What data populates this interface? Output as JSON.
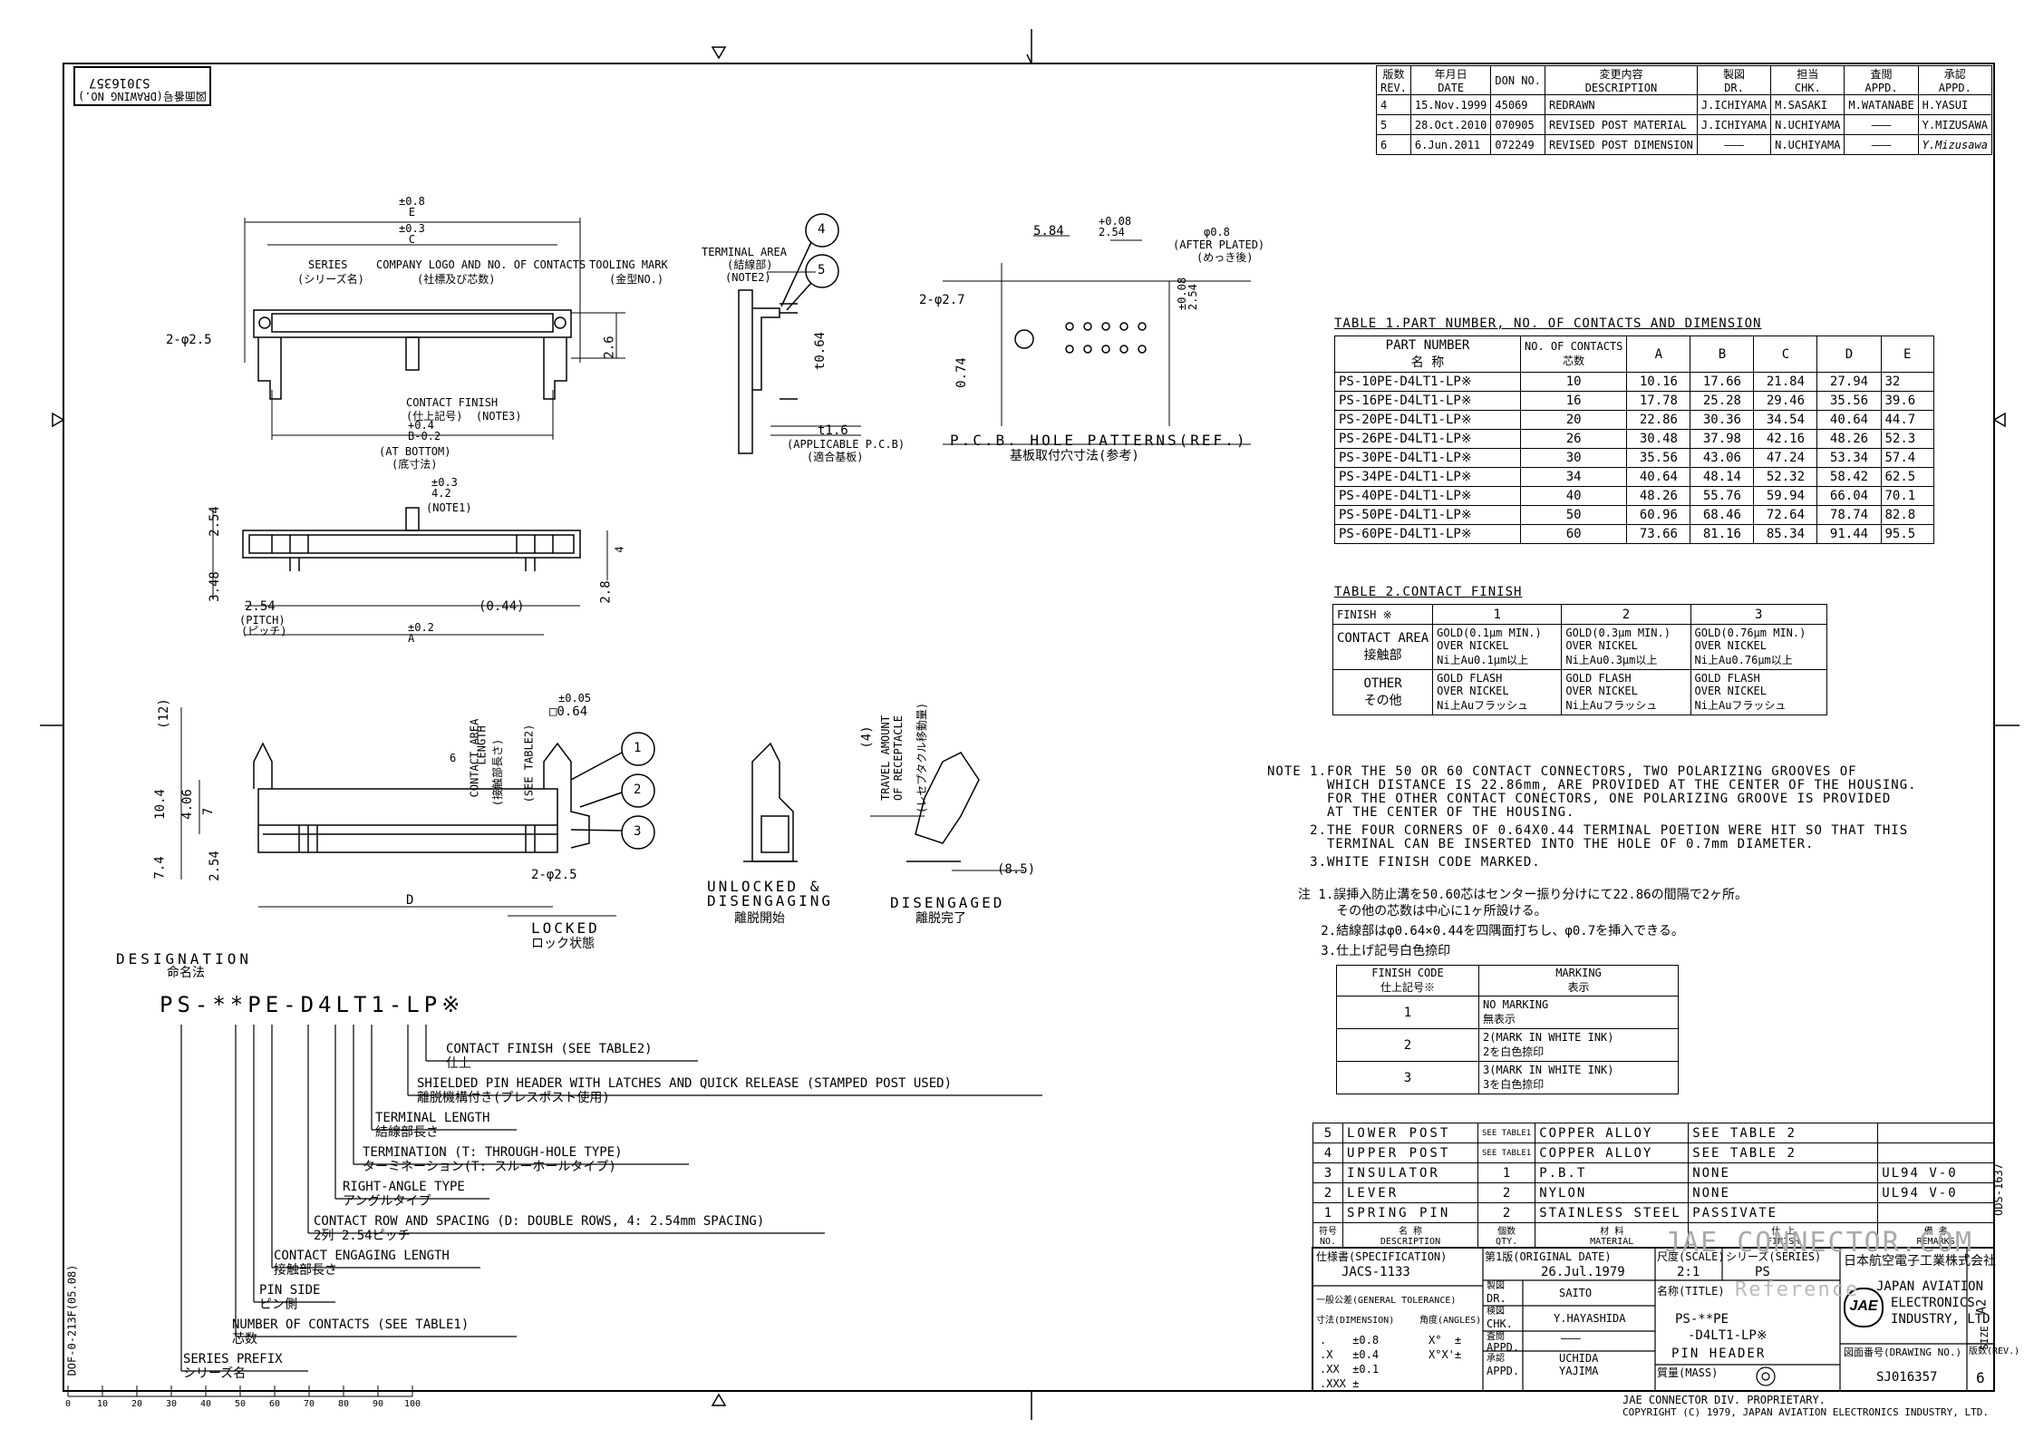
{
  "drawing_no_corner": {
    "label": "図面番号(DRAWING NO.)",
    "value": "SJ016357"
  },
  "revisions": {
    "headers": [
      {
        "ja": "版数",
        "en": "REV."
      },
      {
        "ja": "年月日",
        "en": "DATE"
      },
      {
        "ja": "",
        "en": "DON NO."
      },
      {
        "ja": "変更内容",
        "en": "DESCRIPTION"
      },
      {
        "ja": "製図",
        "en": "DR."
      },
      {
        "ja": "担当",
        "en": "CHK."
      },
      {
        "ja": "査閲",
        "en": "APPD."
      },
      {
        "ja": "承認",
        "en": "APPD."
      }
    ],
    "rows": [
      [
        "4",
        "15.Nov.1999",
        "45069",
        "REDRAWN",
        "J.ICHIYAMA",
        "M.SASAKI",
        "M.WATANABE",
        "H.YASUI"
      ],
      [
        "5",
        "28.Oct.2010",
        "070905",
        "REVISED POST MATERIAL",
        "J.ICHIYAMA",
        "N.UCHIYAMA",
        "———",
        "Y.MIZUSAWA"
      ],
      [
        "6",
        "6.Jun.2011",
        "072249",
        "REVISED POST DIMENSION",
        "———",
        "N.UCHIYAMA",
        "———",
        "Y.Mizusawa"
      ]
    ]
  },
  "table1": {
    "title": "TABLE 1.PART NUMBER, NO. OF CONTACTS AND DIMENSION",
    "headers": {
      "part_en": "PART NUMBER",
      "part_ja": "名   称",
      "no_en": "NO. OF CONTACTS",
      "no_ja": "芯数",
      "a": "A",
      "b": "B",
      "c": "C",
      "d": "D",
      "e": "E"
    },
    "rows": [
      [
        "PS-10PE-D4LT1-LP※",
        "10",
        "10.16",
        "17.66",
        "21.84",
        "27.94",
        "32"
      ],
      [
        "PS-16PE-D4LT1-LP※",
        "16",
        "17.78",
        "25.28",
        "29.46",
        "35.56",
        "39.6"
      ],
      [
        "PS-20PE-D4LT1-LP※",
        "20",
        "22.86",
        "30.36",
        "34.54",
        "40.64",
        "44.7"
      ],
      [
        "PS-26PE-D4LT1-LP※",
        "26",
        "30.48",
        "37.98",
        "42.16",
        "48.26",
        "52.3"
      ],
      [
        "PS-30PE-D4LT1-LP※",
        "30",
        "35.56",
        "43.06",
        "47.24",
        "53.34",
        "57.4"
      ],
      [
        "PS-34PE-D4LT1-LP※",
        "34",
        "40.64",
        "48.14",
        "52.32",
        "58.42",
        "62.5"
      ],
      [
        "PS-40PE-D4LT1-LP※",
        "40",
        "48.26",
        "55.76",
        "59.94",
        "66.04",
        "70.1"
      ],
      [
        "PS-50PE-D4LT1-LP※",
        "50",
        "60.96",
        "68.46",
        "72.64",
        "78.74",
        "82.8"
      ],
      [
        "PS-60PE-D4LT1-LP※",
        "60",
        "73.66",
        "81.16",
        "85.34",
        "91.44",
        "95.5"
      ]
    ]
  },
  "table2": {
    "title": "TABLE 2.CONTACT FINISH",
    "corner_top": "※",
    "corner_bottom": "FINISH",
    "cols": [
      "1",
      "2",
      "3"
    ],
    "rows": [
      {
        "label_en": "CONTACT AREA",
        "label_ja": "接触部",
        "cells": [
          [
            "GOLD(0.1μm MIN.)",
            "OVER NICKEL",
            "Ni上Au0.1μm以上"
          ],
          [
            "GOLD(0.3μm MIN.)",
            "OVER NICKEL",
            "Ni上Au0.3μm以上"
          ],
          [
            "GOLD(0.76μm MIN.)",
            "OVER NICKEL",
            "Ni上Au0.76μm以上"
          ]
        ]
      },
      {
        "label_en": "OTHER",
        "label_ja": "その他",
        "cells": [
          [
            "GOLD FLASH",
            "OVER NICKEL",
            "Ni上Auフラッシュ"
          ],
          [
            "GOLD FLASH",
            "OVER NICKEL",
            "Ni上Auフラッシュ"
          ],
          [
            "GOLD FLASH",
            "OVER NICKEL",
            "Ni上Auフラッシュ"
          ]
        ]
      }
    ]
  },
  "notes_en": [
    "NOTE 1.FOR THE 50 OR 60 CONTACT CONNECTORS, TWO POLARIZING GROOVES OF",
    "       WHICH DISTANCE IS 22.86mm, ARE PROVIDED AT THE CENTER OF THE HOUSING.",
    "       FOR THE OTHER CONTACT CONECTORS, ONE POLARIZING GROOVE IS PROVIDED",
    "       AT THE CENTER OF THE HOUSING.",
    "     2.THE FOUR CORNERS OF 0.64X0.44 TERMINAL POETION WERE HIT SO THAT THIS",
    "       TERMINAL CAN BE INSERTED INTO THE HOLE OF 0.7mm DIAMETER.",
    "     3.WHITE FINISH CODE MARKED."
  ],
  "notes_ja": [
    "注 1.誤挿入防止溝を50.60芯はセンター振り分けにて22.86の間隔で2ヶ所。",
    "     その他の芯数は中心に1ヶ所設ける。",
    "   2.結線部はφ0.64×0.44を四隅面打ちし、φ0.7を挿入できる。",
    "   3.仕上げ記号白色捺印"
  ],
  "finish_code": {
    "h1_en": "FINISH CODE",
    "h1_ja": "仕上記号※",
    "h2_en": "MARKING",
    "h2_ja": "表示",
    "rows": [
      {
        "code": "1",
        "en": "NO MARKING",
        "ja": "無表示"
      },
      {
        "code": "2",
        "en": "2(MARK IN WHITE INK)",
        "ja": "2を白色捺印"
      },
      {
        "code": "3",
        "en": "3(MARK IN WHITE INK)",
        "ja": "3を白色捺印"
      }
    ]
  },
  "bom": {
    "rows": [
      [
        "5",
        "LOWER POST",
        "SEE TABLE1",
        "COPPER ALLOY",
        "SEE TABLE 2",
        ""
      ],
      [
        "4",
        "UPPER POST",
        "SEE TABLE1",
        "COPPER ALLOY",
        "SEE TABLE 2",
        ""
      ],
      [
        "3",
        "INSULATOR",
        "1",
        "P.B.T",
        "NONE",
        "UL94 V-0"
      ],
      [
        "2",
        "LEVER",
        "2",
        "NYLON",
        "NONE",
        "UL94 V-0"
      ],
      [
        "1",
        "SPRING PIN",
        "2",
        "STAINLESS STEEL",
        "PASSIVATE",
        ""
      ]
    ],
    "headers": [
      {
        "ja": "符号",
        "en": "NO."
      },
      {
        "ja": "名  称",
        "en": "DESCRIPTION"
      },
      {
        "ja": "個数",
        "en": "QTY."
      },
      {
        "ja": "材  料",
        "en": "MATERIAL"
      },
      {
        "ja": "仕  上",
        "en": "FINISH"
      },
      {
        "ja": "備  考",
        "en": "REMARKS"
      }
    ]
  },
  "title_block": {
    "spec_label": "仕様書(SPECIFICATION)",
    "spec": "JACS-1133",
    "orig_label": "第1版(ORIGINAL DATE)",
    "orig": "26.Jul.1979",
    "scale_label": "尺度(SCALE)",
    "scale": "2:1",
    "series_label": "シリーズ(SERIES)",
    "series": "PS",
    "company_ja": "日本航空電子工業株式会社",
    "company_en": [
      "JAPAN AVIATION",
      "ELECTRONICS",
      "INDUSTRY, LTD."
    ],
    "dr_ja": "製図",
    "dr_en": "DR.",
    "dr": "SAITO",
    "chk_ja": "検図",
    "chk_en": "CHK.",
    "chk": "Y.HAYASHIDA",
    "appd_ja": "査閲",
    "appd_en": "APPD.",
    "appd": "———",
    "appd2_ja": "承認",
    "appd2_en": "APPD.",
    "appd2": [
      "UCHIDA",
      "YAJIMA"
    ],
    "tol_label": "一般公差(GENERAL TOLERANCE)",
    "tol_dim": "寸法(DIMENSION)",
    "tol_ang": "角度(ANGLES)",
    "tol_rows": [
      [
        ".",
        "±0.8"
      ],
      [
        ".X",
        "±0.4"
      ],
      [
        ".XX",
        "±0.1"
      ],
      [
        ".XXX",
        "±"
      ]
    ],
    "ang": [
      "X°  ±",
      "X°X'±"
    ],
    "title_label": "名称(TITLE)",
    "title": [
      "PS-**PE",
      "-D4LT1-LP※",
      "PIN HEADER"
    ],
    "mass_label": "質量(MASS)",
    "dwg_label": "図面番号(DRAWING NO.)",
    "dwg": "SJ016357",
    "size_label": "SIZE",
    "size": "A2",
    "rev_label": "版数(REV.)",
    "rev": "6",
    "side_code": "ODS-1637",
    "proprietary": "JAE CONNECTOR DIV. PROPRIETARY.",
    "copyright": "COPYRIGHT (C) 1979, JAPAN AVIATION ELECTRONICS INDUSTRY, LTD.",
    "form_code": "DOF-0-213F(05.08)",
    "watermark1": "JAE CONNECTOR.COM",
    "watermark2": "Reference"
  },
  "designation": {
    "title_en": "DESIGNATION",
    "title_ja": "命名法",
    "code": "PS-**PE-D4LT1-LP※",
    "items": [
      {
        "en": "CONTACT FINISH (SEE TABLE2)",
        "ja": "仕上"
      },
      {
        "en": "SHIELDED PIN HEADER WITH LATCHES AND QUICK RELEASE (STAMPED POST USED)",
        "ja": "離脱機構付き(プレスポスト使用)"
      },
      {
        "en": "TERMINAL LENGTH",
        "ja": "結線部長さ"
      },
      {
        "en": "TERMINATION (T: THROUGH-HOLE TYPE)",
        "ja": "ターミネーション(T: スルーホールタイプ)"
      },
      {
        "en": "RIGHT-ANGLE TYPE",
        "ja": "アングルタイプ"
      },
      {
        "en": "CONTACT ROW AND SPACING (D: DOUBLE ROWS, 4: 2.54mm SPACING)",
        "ja": "2列 2.54ピッチ"
      },
      {
        "en": "CONTACT ENGAGING LENGTH",
        "ja": "接触部長さ"
      },
      {
        "en": "PIN SIDE",
        "ja": "ピン側"
      },
      {
        "en": "NUMBER OF CONTACTS (SEE TABLE1)",
        "ja": "芯数"
      },
      {
        "en": "SERIES PREFIX",
        "ja": "シリーズ名"
      }
    ]
  },
  "views": {
    "top": {
      "e": "±0.8\nE",
      "c": "±0.3\nC",
      "series": "SERIES",
      "series_ja": "(シリーズ名)",
      "logo": "COMPANY LOGO AND NO. OF CONTACTS",
      "logo_ja": "(社標及び芯数)",
      "tooling": "TOOLING MARK",
      "tooling_ja": "(金型NO.)",
      "hole": "2-φ2.5",
      "h26": "2.6",
      "finish": "CONTACT FINISH",
      "finish_ja": "(仕上記号)  (NOTE3)",
      "b": "+0.4\nB-0.2",
      "bottom": "(AT BOTTOM)",
      "bottom_ja": "(底寸法)"
    },
    "mid": {
      "a42": "±0.3\n4.2",
      "note1": "(NOTE1)",
      "d254": "2.54",
      "d348": "3.48",
      "d28": "2.8",
      "d4": "4",
      "pitch": "2.54",
      "pitch_l": "(PITCH)",
      "pitch_ja": "(ピッチ)",
      "d044": "(0.44)",
      "a": "±0.2\nA"
    },
    "terminal": {
      "area": "TERMINAL AREA",
      "area_ja": "(結線部)",
      "note2": "(NOTE2)",
      "t064": "t0.64",
      "t16": "t1.6",
      "pcb": "(APPLICABLE P.C.B)",
      "pcb_ja": "(適合基板)",
      "c4": "4",
      "c5": "5"
    },
    "pcb": {
      "d584": "5.84",
      "d254": "+0.08\n2.54",
      "phi08": "φ0.8",
      "after": "(AFTER PLATED)",
      "after_ja": "(めっき後)",
      "hole": "2-φ2.7",
      "d074": "0.74",
      "d254v": "±0.08\n2.54",
      "title": "P.C.B. HOLE PATTERNS(REF.)",
      "title_ja": "基板取付穴寸法(参考)"
    },
    "side": {
      "d12": "(12)",
      "d104": "10.4",
      "d406": "4.06",
      "d7": "7",
      "d74": "7.4",
      "d254": "2.54",
      "d": "D",
      "hole": "2-φ2.5",
      "tol": "±0.05",
      "sq": "□0.64",
      "area": "CONTACT AREA",
      "length": "LENGTH",
      "area_ja": "(接触部長さ)",
      "see": "(SEE TABLE2)",
      "six": "6",
      "locked": "LOCKED",
      "locked_ja": "ロック状態",
      "c1": "1",
      "c2": "2",
      "c3": "3"
    },
    "unlock": {
      "l1": "UNLOCKED &",
      "l2": "DISENGAGING",
      "ja": "離脱開始"
    },
    "diseng": {
      "travel1": "TRAVEL AMOUNT",
      "travel2": "OF RECEPTACLE",
      "travel_ja": "(レセプタクル移動量)",
      "d4": "(4)",
      "d85": "(8.5)",
      "label": "DISENGAGED",
      "ja": "離脱完了"
    }
  },
  "scale_ruler": {
    "labels": [
      "0",
      "10",
      "20",
      "30",
      "40",
      "50",
      "60",
      "70",
      "80",
      "90",
      "100"
    ]
  }
}
